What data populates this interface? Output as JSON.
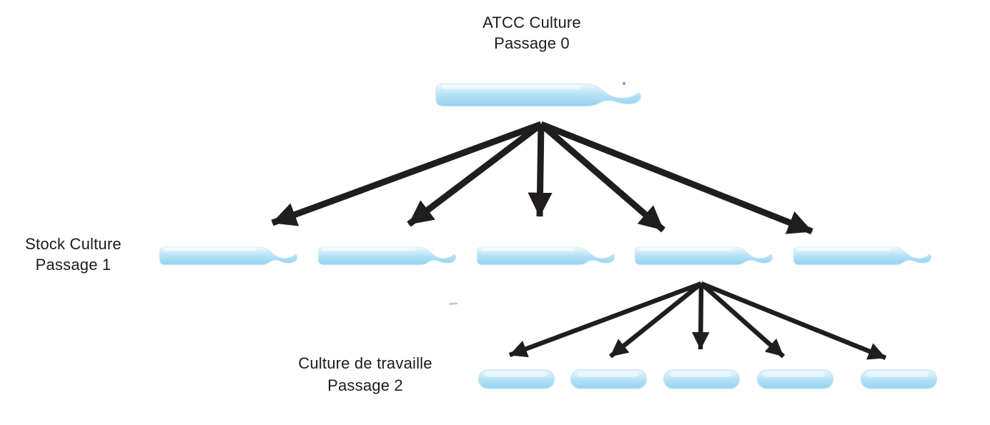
{
  "diagram": {
    "type": "tree",
    "title_none_visible": "",
    "levels": [
      {
        "id": "passage-0",
        "label_lines": [
          "ATCC Culture",
          "Passage 0"
        ],
        "vial_count": 1,
        "vial_style": "ampoule-large"
      },
      {
        "id": "passage-1",
        "label_lines": [
          "Stock Culture",
          "Passage 1"
        ],
        "vial_count": 5,
        "vial_style": "ampoule-medium"
      },
      {
        "id": "passage-2",
        "label_lines": [
          "Culture de travaille",
          "Passage 2"
        ],
        "vial_count": 5,
        "vial_style": "capsule-small"
      }
    ],
    "connections": [
      {
        "from": "passage-0-vial-1",
        "to": "passage-1",
        "arrow_count": 5
      },
      {
        "from": "passage-1-vial-4",
        "to": "passage-2",
        "arrow_count": 5
      }
    ],
    "colors": {
      "background": "#ffffff",
      "text": "#1b1b1b",
      "arrow": "#201d1e",
      "vial_highlight": "#f2fbfe",
      "vial_body": "#b3e1f6",
      "vial_shade": "#95d1ee"
    }
  }
}
